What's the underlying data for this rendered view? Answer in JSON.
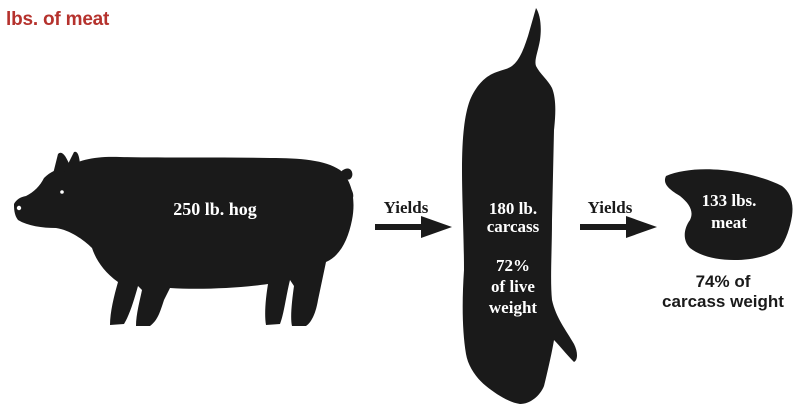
{
  "title": "lbs. of meat",
  "colors": {
    "title": "#b5322d",
    "silhouette": "#1a1a1a",
    "label_on_dark": "#ffffff"
  },
  "icons": [
    "pig-silhouette",
    "carcass-silhouette",
    "meat-cut-silhouette",
    "arrow-right-icon"
  ],
  "hog": {
    "label": "250 lb. hog"
  },
  "arrow1": {
    "label": "Yields"
  },
  "carcass": {
    "line1": "180 lb.",
    "line2": "carcass",
    "pct_line1": "72%",
    "pct_line2": "of live",
    "pct_line3": "weight"
  },
  "arrow2": {
    "label": "Yields"
  },
  "meat": {
    "line1": "133 lbs.",
    "line2": "meat",
    "pct_line1": "74% of",
    "pct_line2": "carcass weight"
  }
}
